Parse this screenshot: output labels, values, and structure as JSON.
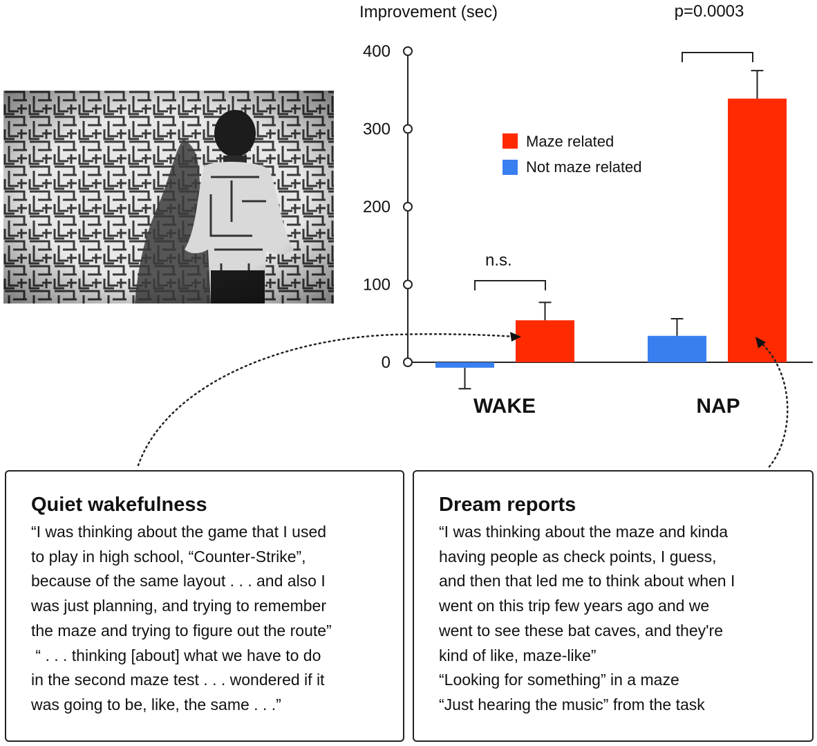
{
  "photo": {
    "icon": "maze-person-photo"
  },
  "colors": {
    "maze_related": "#ff2a00",
    "not_maze_related": "#3a7ff0"
  },
  "chart_data": {
    "type": "bar",
    "ylabel": "Improvement (sec)",
    "ylim": [
      0,
      400
    ],
    "yticks": [
      "400",
      "300",
      "200",
      "100",
      "0"
    ],
    "categories": [
      "WAKE",
      "NAP"
    ],
    "series": [
      {
        "name": "Not maze related",
        "values": [
          -7,
          34
        ],
        "errors": [
          27,
          22
        ]
      },
      {
        "name": "Maze related",
        "values": [
          54,
          339
        ],
        "errors": [
          23,
          36
        ]
      }
    ],
    "legend_position": "top-center",
    "grid": false,
    "annotations": [
      "n.s.",
      "p=0.0003"
    ]
  },
  "left_box": {
    "title": "Quiet wakefulness",
    "lines": [
      "“I was thinking about the game that I used",
      "to play in high school, “Counter-Strike”,",
      "because of the same layout . . . and also I",
      "was just planning, and trying to remember",
      "the maze and trying to figure out the route”",
      " “ . . . thinking [about] what we have to do",
      "in the second maze test . . . wondered if it",
      "was going to be, like, the same . . .”"
    ]
  },
  "right_box": {
    "title": "Dream reports",
    "lines": [
      "“I was thinking about the maze and kinda",
      "having people as check points, I guess,",
      "and then that led me to think about when I",
      "went on this trip few years ago and we",
      "went to see these bat caves, and they're",
      "kind of like, maze-like”",
      "“Looking for something” in a maze",
      "“Just hearing the music” from the task"
    ]
  }
}
